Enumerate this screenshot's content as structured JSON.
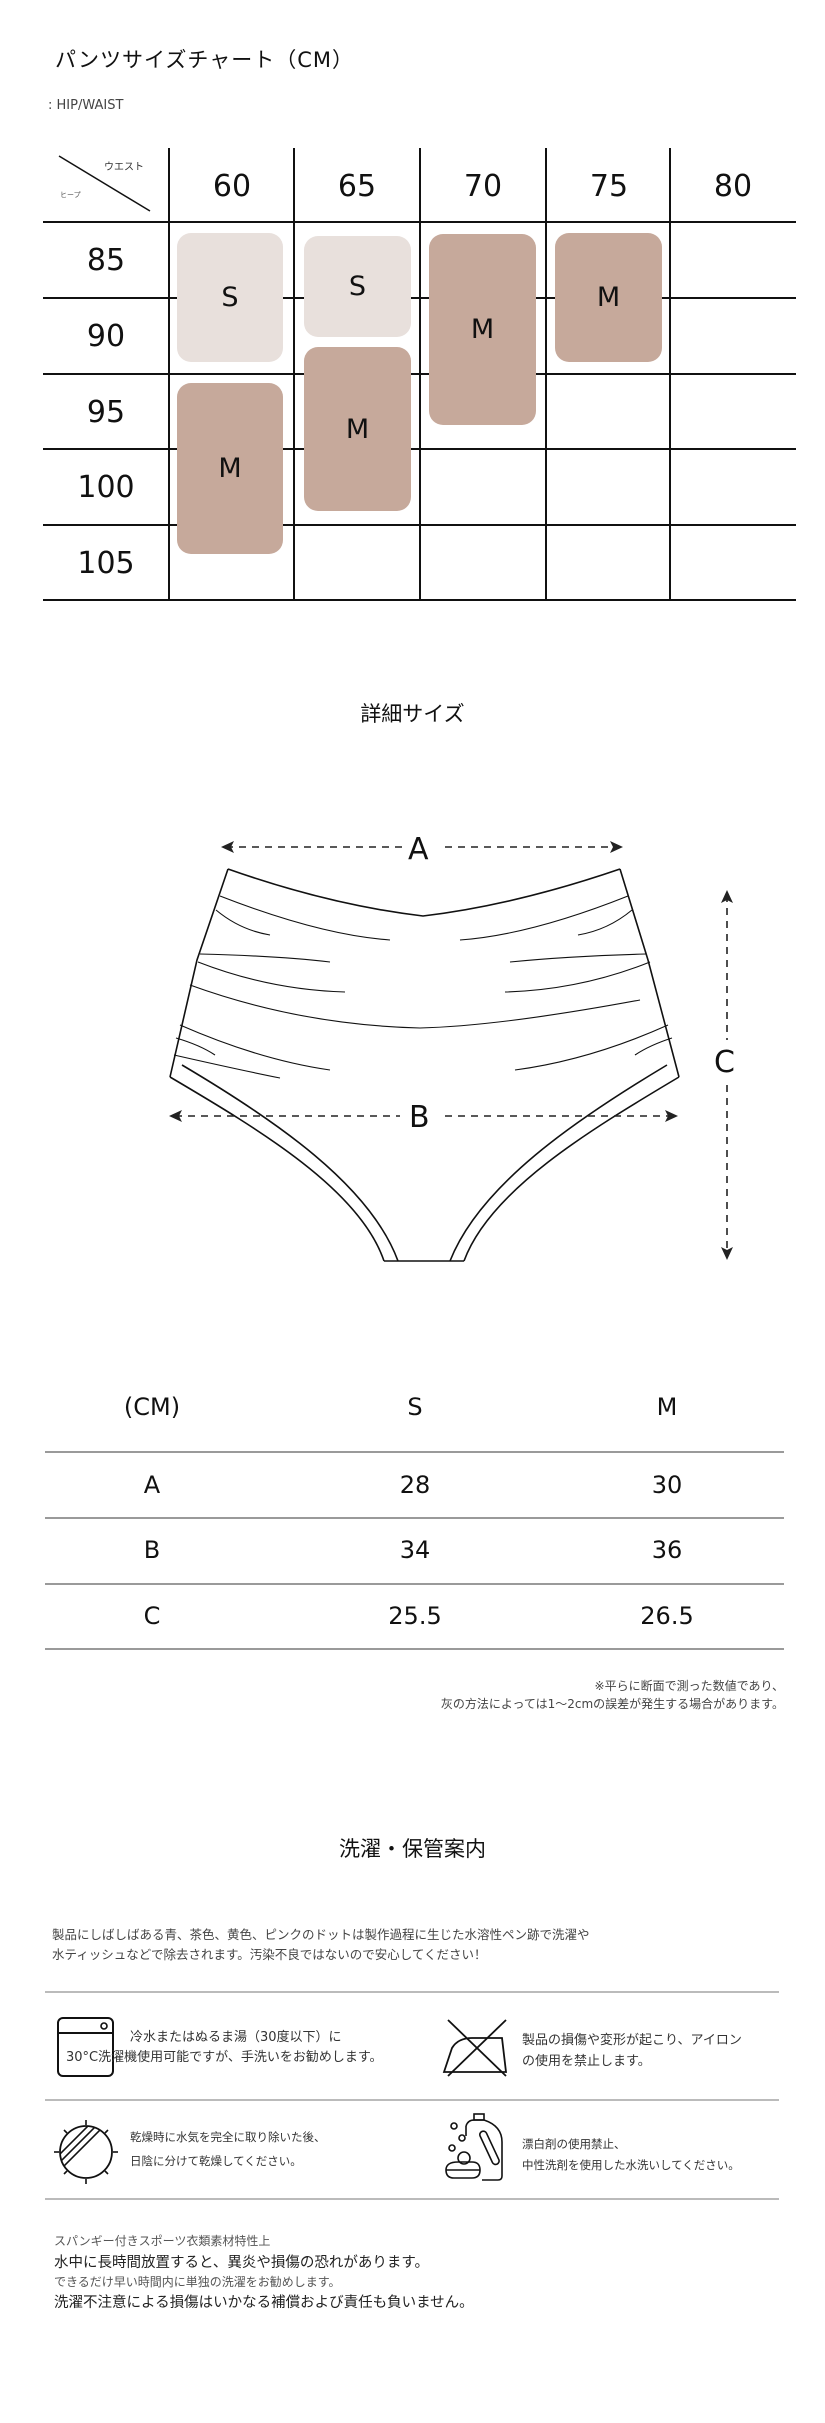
{
  "header": {
    "title": "パンツサイズチャート（CM）",
    "subtitle": ": HIP/WAIST"
  },
  "size_chart": {
    "corner_waist_label": "ウエスト",
    "corner_hip_label": "ヒープ",
    "waist_columns": [
      "60",
      "65",
      "70",
      "75",
      "80"
    ],
    "hip_rows": [
      "85",
      "90",
      "95",
      "100",
      "105"
    ],
    "boxes": [
      {
        "label": "S",
        "waist": "60",
        "hip_range": "85-90"
      },
      {
        "label": "S",
        "waist": "65",
        "hip_range": "85-90"
      },
      {
        "label": "M",
        "waist": "70",
        "hip_range": "85-95"
      },
      {
        "label": "M",
        "waist": "75",
        "hip_range": "85-90"
      },
      {
        "label": "M",
        "waist": "60",
        "hip_range": "95-100"
      },
      {
        "label": "M",
        "waist": "65",
        "hip_range": "90-100"
      }
    ],
    "colors": {
      "S": "#e8e0dc",
      "M": "#c6a99b"
    }
  },
  "detail": {
    "title": "詳細サイズ",
    "labels": {
      "a": "A",
      "b": "B",
      "c": "C"
    }
  },
  "measurements": {
    "headers": [
      "(CM)",
      "S",
      "M"
    ],
    "rows": [
      [
        "A",
        "28",
        "30"
      ],
      [
        "B",
        "34",
        "36"
      ],
      [
        "C",
        "25.5",
        "26.5"
      ]
    ],
    "note_line1": "※平らに断面で測った数値であり、",
    "note_line2": "灰の方法によっては1～2cmの誤差が発生する場合があります。"
  },
  "care": {
    "title": "洗濯・保管案内",
    "intro_line1": "製品にしばしばある青、茶色、黄色、ピンクのドットは製作過程に生じた水溶性ペン跡で洗濯や",
    "intro_line2": "水ティッシュなどで除去されます。汚染不良ではないので安心してください！",
    "items": [
      {
        "icon": "washing-machine-icon",
        "line1": "冷水またはぬるま湯（30度以下）に",
        "line2": "30°C洗濯機使用可能ですが、手洗いをお勧めします。"
      },
      {
        "icon": "no-iron-icon",
        "line1": "製品の損傷や変形が起こり、アイロン",
        "line2": "の使用を禁止します。"
      },
      {
        "icon": "shade-dry-icon",
        "line1": "乾燥時に水気を完全に取り除いた後、",
        "line2": "日陰に分けて乾燥してください。"
      },
      {
        "icon": "no-bleach-icon",
        "line1": "漂白剤の使用禁止、",
        "line2": "中性洗剤を使用した水洗いしてください。"
      }
    ],
    "footer": [
      "スパンギー付きスポーツ衣類素材特性上",
      "水中に長時間放置すると、異炎や損傷の恐れがあります。",
      "できるだけ早い時間内に単独の洗濯をお勧めします。",
      "洗濯不注意による損傷はいかなる補償および責任も負いません。"
    ]
  }
}
